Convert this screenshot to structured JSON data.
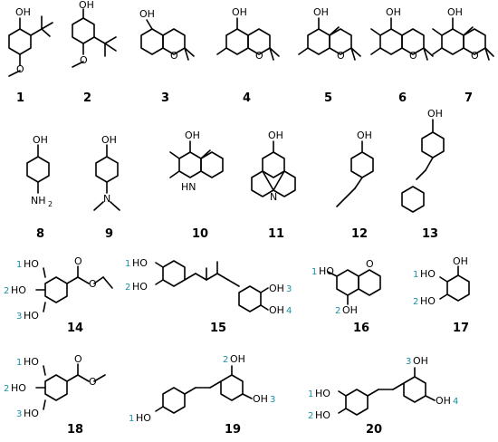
{
  "atoms": {
    "OH": "OH",
    "HO": "HO",
    "O": "O",
    "N": "N",
    "NH2": "NH",
    "sub2": "2",
    "HN": "HN"
  },
  "compounds": [
    "1",
    "2",
    "3",
    "4",
    "5",
    "6",
    "7",
    "8",
    "9",
    "10",
    "11",
    "12",
    "13",
    "14",
    "15",
    "16",
    "17",
    "18",
    "19",
    "20"
  ],
  "sites": [
    "1",
    "2",
    "3",
    "4"
  ],
  "colors": {
    "bond": "#000000",
    "site_label": "#1a8fa8"
  }
}
